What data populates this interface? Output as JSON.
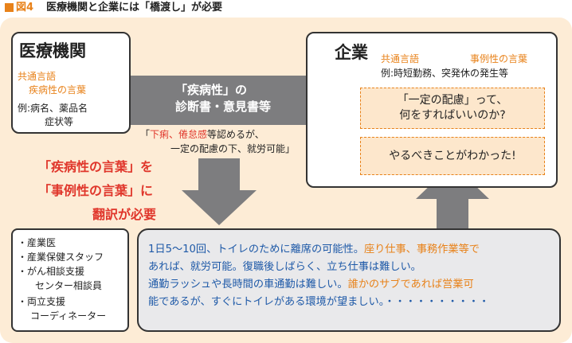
{
  "title": {
    "figure_number": "図4",
    "text": "医療機関と企業には「橋渡し」が必要"
  },
  "medical": {
    "heading": "医療機関",
    "common_lang": "共通言語",
    "disease_lang": "疾病性の言葉",
    "example_1": "例:病名、薬品名",
    "example_2": "症状等"
  },
  "company": {
    "heading": "企業",
    "common_lang": "共通言語",
    "case_lang": "事例性の言葉",
    "example": "例:時短勤務、突発休の発生等",
    "question_1": "「一定の配慮」って、",
    "question_2": "何をすればいいのか?",
    "answer": "やるべきことがわかった!"
  },
  "center_arrow": {
    "line1": "「疾病性」の",
    "line2": "診断書・意見書等"
  },
  "note": {
    "bracket_open": "「",
    "red_words": "下痢、倦怠感",
    "rest_1": "等認めるが、",
    "line2": "一定の配慮の下、就労可能」"
  },
  "translation": {
    "line1": "「疾病性の言葉」を",
    "line2": "「事例性の言葉」に",
    "line3": "翻訳が必要"
  },
  "supporters": [
    "・産業医",
    "・産業保健スタッフ",
    "・がん相談支援",
    "センター相談員",
    "・両立支援",
    "コーディネーター"
  ],
  "quote": {
    "l1a": "1日5～10回、トイレのために離席の可能性。",
    "l1b": "座り仕事、事務作業等で",
    "l2a": "あれば、就労可能。復職後しばらく、立ち仕事は難しい。",
    "l3a": "通勤ラッシュや長時間の車通勤は難しい。",
    "l3b": "誰かのサブであれば営業可",
    "l4a": "能であるが、すぐにトイレがある環境が望ましい。",
    "l4b": "・・・・・・・・・・"
  },
  "colors": {
    "accent_orange": "#e8821a",
    "panel_bg": "#fdecd6",
    "arrow_gray": "#7d7d7f",
    "red": "#e0362b",
    "quote_blue": "#1f5aa8"
  }
}
